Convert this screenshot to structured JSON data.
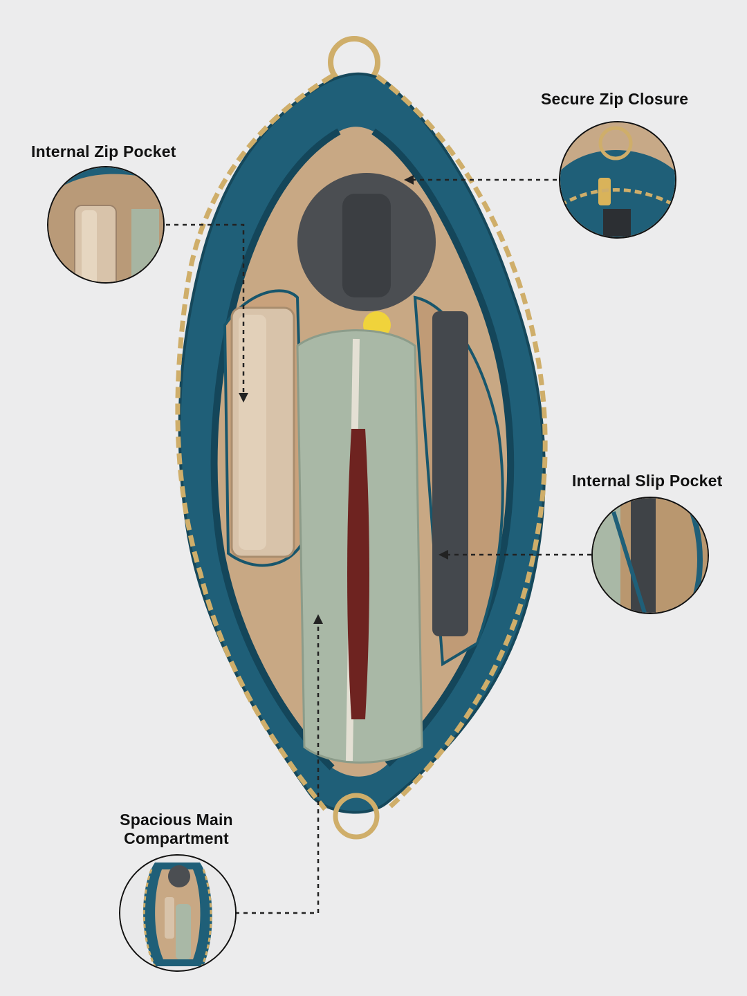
{
  "callouts": [
    {
      "id": "internal-zip-pocket",
      "label": "Internal Zip Pocket"
    },
    {
      "id": "secure-zip-closure",
      "label": "Secure Zip Closure"
    },
    {
      "id": "internal-slip-pocket",
      "label": "Internal Slip Pocket"
    },
    {
      "id": "main-compartment",
      "label_line1": "Spacious Main",
      "label_line2": "Compartment"
    }
  ],
  "colors": {
    "background": "#ececed",
    "bag_teal": "#1f5f78",
    "chain_gold": "#cfae6a",
    "lining_tan": "#c8a884",
    "pouch_sage": "#a9b8a6",
    "leader_line": "#222222"
  },
  "icons": [
    "dashed-leader-line",
    "arrow-head"
  ]
}
